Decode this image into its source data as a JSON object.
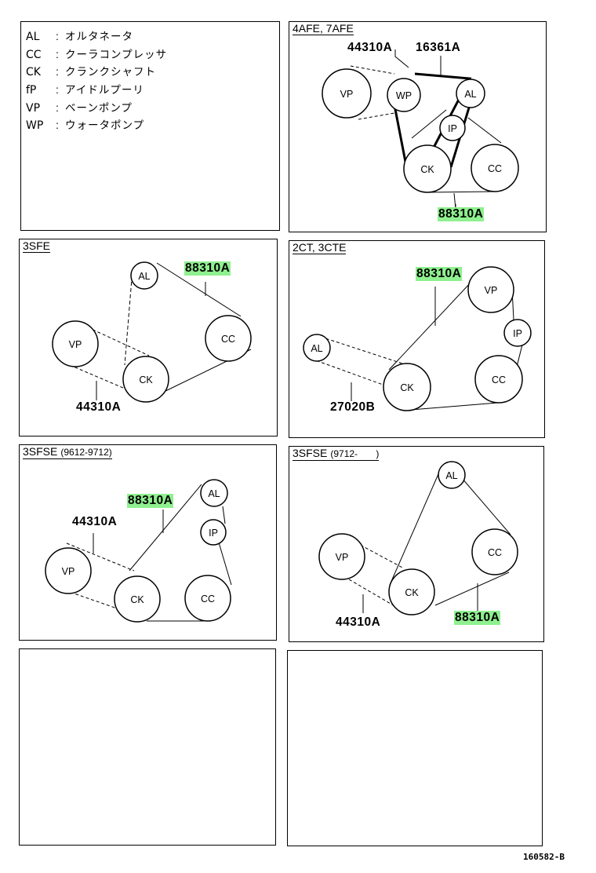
{
  "legend": [
    {
      "code": "AL",
      "desc": "オルタネータ"
    },
    {
      "code": "CC",
      "desc": "クーラコンプレッサ"
    },
    {
      "code": "CK",
      "desc": "クランクシャフト"
    },
    {
      "code": "fP",
      "desc": "アイドルプーリ"
    },
    {
      "code": "VP",
      "desc": "ベーンポンプ"
    },
    {
      "code": "WP",
      "desc": "ウォータポンプ"
    }
  ],
  "legend_colon": ":",
  "panels": {
    "p4afe": {
      "title": "4AFE, 7AFE",
      "parts": [
        "44310A",
        "16361A",
        "88310A"
      ],
      "pulleys": [
        "VP",
        "WP",
        "AL",
        "IP",
        "CK",
        "CC"
      ]
    },
    "p3sfe": {
      "title": "3SFE",
      "parts": [
        "88310A",
        "44310A"
      ],
      "pulleys": [
        "AL",
        "CC",
        "VP",
        "CK"
      ]
    },
    "p2ct": {
      "title": "2CT, 3CTE",
      "parts": [
        "88310A",
        "27020B"
      ],
      "pulleys": [
        "VP",
        "IP",
        "AL",
        "CC",
        "CK"
      ]
    },
    "p3sfse1": {
      "title": "3SFSE",
      "subtitle": "(9612-9712)",
      "parts": [
        "88310A",
        "44310A"
      ],
      "pulleys": [
        "AL",
        "IP",
        "VP",
        "CK",
        "CC"
      ]
    },
    "p3sfse2": {
      "title": "3SFSE",
      "subtitle": "(9712-       )",
      "parts": [
        "44310A",
        "88310A"
      ],
      "pulleys": [
        "AL",
        "CC",
        "VP",
        "CK"
      ]
    }
  },
  "highlight_color": "#8ff08f",
  "footer": "160582-B"
}
